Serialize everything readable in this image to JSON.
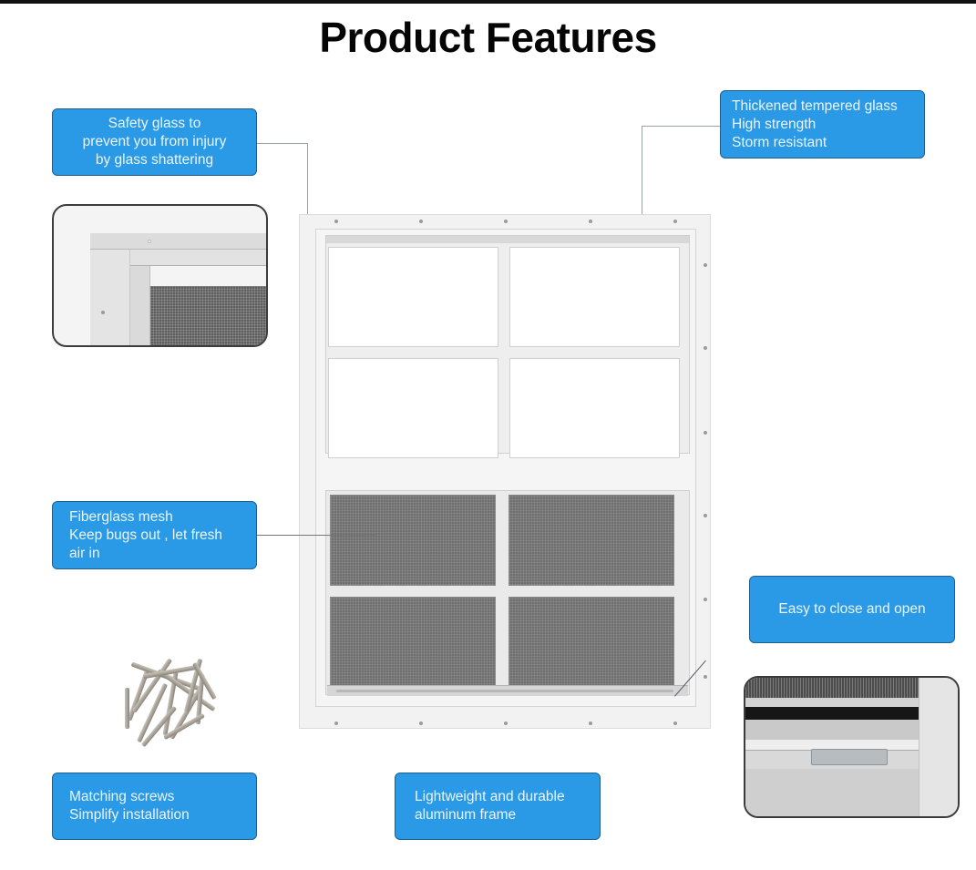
{
  "title": "Product Features",
  "colors": {
    "callout_bg": "#2a9ae6",
    "callout_border": "#1f5f8f",
    "callout_text": "#eaf5ff",
    "title_text": "#050505"
  },
  "callouts": {
    "safety_glass": {
      "lines": [
        "Safety glass to",
        "prevent you from injury",
        "by glass shattering"
      ]
    },
    "tempered_glass": {
      "lines": [
        "Thickened tempered glass",
        "High strength",
        "Storm resistant"
      ]
    },
    "fiberglass_mesh": {
      "lines": [
        "Fiberglass mesh",
        "Keep bugs out , let fresh",
        "air in"
      ]
    },
    "easy_open": {
      "lines": [
        "Easy to close and open"
      ]
    },
    "matching_screws": {
      "lines": [
        "Matching screws",
        "Simplify installation"
      ]
    },
    "aluminum_frame": {
      "lines": [
        "Lightweight and durable",
        "aluminum frame"
      ]
    }
  },
  "images": {
    "main": "window-product-photo",
    "inset_top_left": "frame-corner-closeup",
    "inset_bottom_right": "latch-closeup",
    "screws": "screws-pile"
  }
}
